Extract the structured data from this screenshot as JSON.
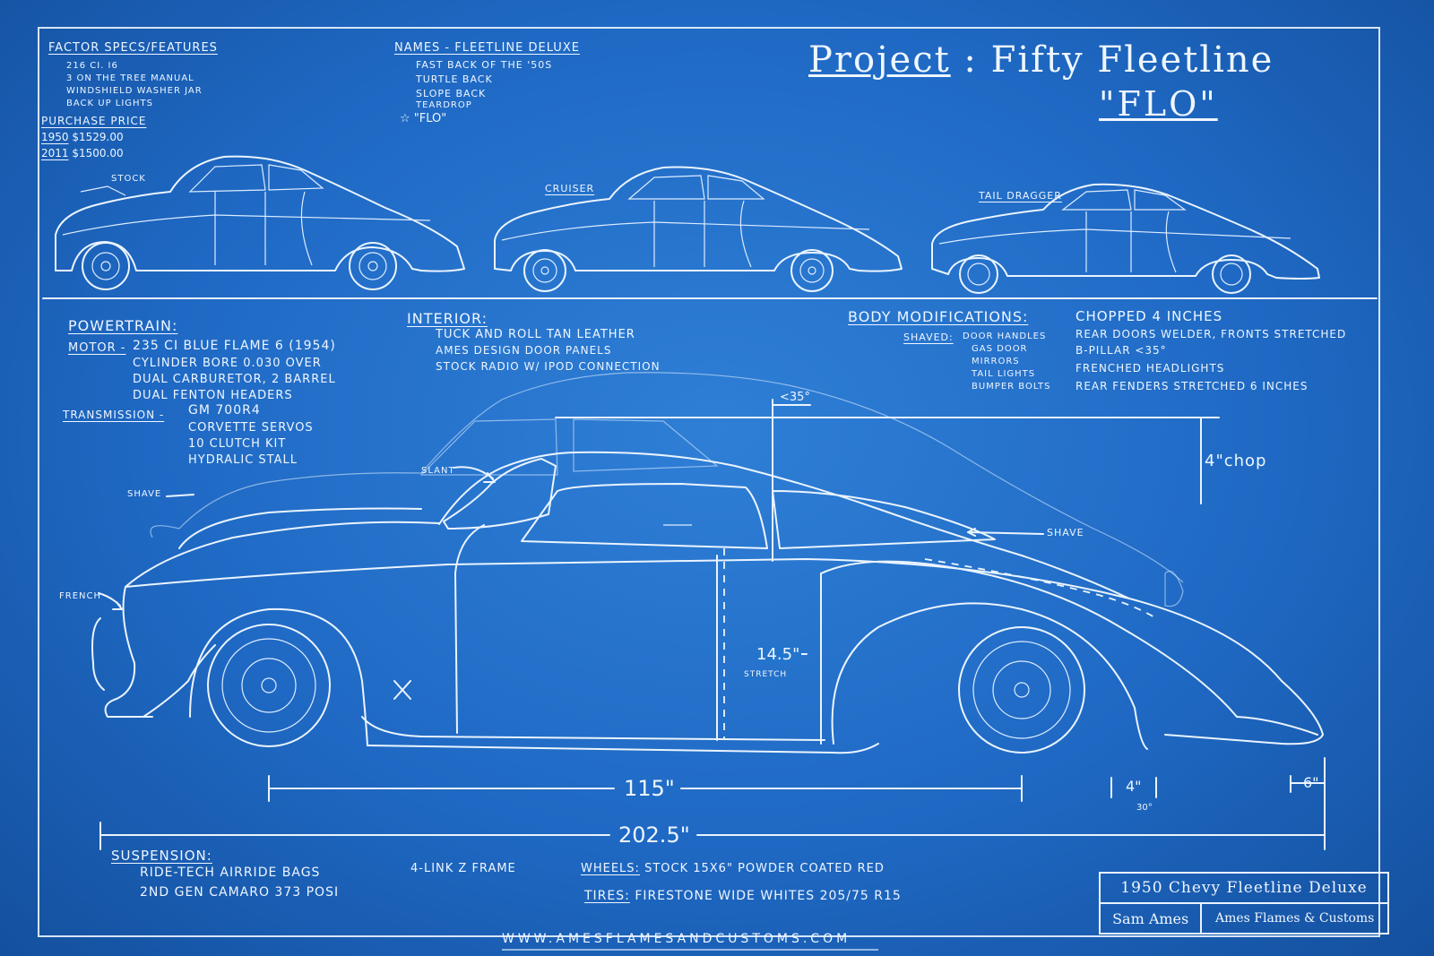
{
  "project": {
    "label": "Project",
    "separator": ":",
    "name": "Fifty Fleetline",
    "nickname": "\"FLO\""
  },
  "factory_specs": {
    "heading": "Factor Specs/Features",
    "items": [
      "216 ci. I6",
      "3 on the tree manual",
      "Windshield washer jar",
      "Back up lights"
    ],
    "purchase_heading": "Purchase Price",
    "prices": [
      {
        "year": "1950",
        "value": "$1529.00"
      },
      {
        "year": "2011",
        "value": "$1500.00"
      }
    ]
  },
  "names": {
    "heading": "Names - Fleetline Deluxe",
    "items": [
      "Fast back of the '50s",
      "Turtle back",
      "Slope back",
      "Teardrop",
      "\"FLO\""
    ]
  },
  "profiles": {
    "stock": "Stock",
    "cruiser": "Cruiser",
    "tail_dragger": "Tail Dragger"
  },
  "powertrain": {
    "heading": "Powertrain:",
    "motor_label": "Motor -",
    "motor_items": [
      "235 ci Blue Flame 6 (1954)",
      "Cylinder bore 0.030 over",
      "Dual carburetor, 2 barrel",
      "Dual Fenton headers"
    ],
    "transmission_label": "Transmission -",
    "transmission_items": [
      "GM 700R4",
      "Corvette servos",
      "10 clutch kit",
      "Hydralic stall"
    ]
  },
  "interior": {
    "heading": "Interior:",
    "items": [
      "Tuck and roll tan leather",
      "Ames design door panels",
      "Stock radio w/ iPod connection"
    ]
  },
  "body": {
    "heading": "Body Modifications:",
    "shaved_label": "Shaved:",
    "shaved_items": [
      "Door handles",
      "Gas door",
      "Mirrors",
      "Tail lights",
      "Bumper bolts"
    ],
    "mods": [
      "Chopped 4 inches",
      "Rear doors welder, fronts stretched",
      "B-Pillar <35°",
      "Frenched headlights",
      "Rear fenders stretched 6 inches"
    ]
  },
  "annotations": {
    "angle": "<35°",
    "chop": "4\"chop",
    "slant": "Slant",
    "shave_left": "Shave",
    "shave_right": "Shave",
    "french": "French",
    "stretch_value": "14.5\"",
    "stretch_label": "Stretch",
    "wheelbase": "115\"",
    "overall": "202.5\"",
    "drop": "4\"",
    "drop_angle": "30°",
    "fender": "6\""
  },
  "suspension": {
    "heading": "Suspension:",
    "items": [
      "Ride-tech Airride bags",
      "2nd gen Camaro 373 posi"
    ],
    "link": "4-link Z frame"
  },
  "wheels": {
    "label": "Wheels:",
    "value": "Stock 15x6\" powder coated red",
    "tires_label": "Tires:",
    "tires_value": "Firestone wide whites 205/75 R15"
  },
  "title_block": {
    "model": "1950 Chevy Fleetline Deluxe",
    "author": "Sam Ames",
    "company": "Ames Flames & Customs"
  },
  "website": "www.amesflamesandcustoms.com"
}
